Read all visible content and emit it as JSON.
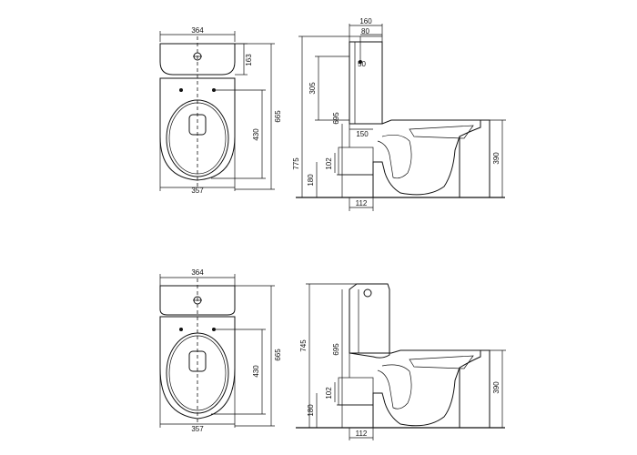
{
  "views": {
    "top_plan_1": {
      "width": "364",
      "tank_depth": "163",
      "seat_depth": "430",
      "total_depth": "665",
      "base_width": "357"
    },
    "side_1": {
      "tank_width": "160",
      "inlet_offset": "80",
      "inlet_height": "50",
      "tank_height": "305",
      "seat_height": "695",
      "outlet_offset": "150",
      "total_height": "775",
      "waste_height": "180",
      "waste_dia": "102",
      "bowl_height": "390",
      "waste_center": "112"
    },
    "top_plan_2": {
      "width": "364",
      "seat_depth": "430",
      "total_depth": "665",
      "base_width": "357"
    },
    "side_2": {
      "total_height": "745",
      "seat_height": "695",
      "waste_height": "180",
      "waste_dia": "102",
      "bowl_height": "390",
      "waste_center": "112"
    }
  },
  "colors": {
    "line": "#111111",
    "background": "#ffffff"
  }
}
